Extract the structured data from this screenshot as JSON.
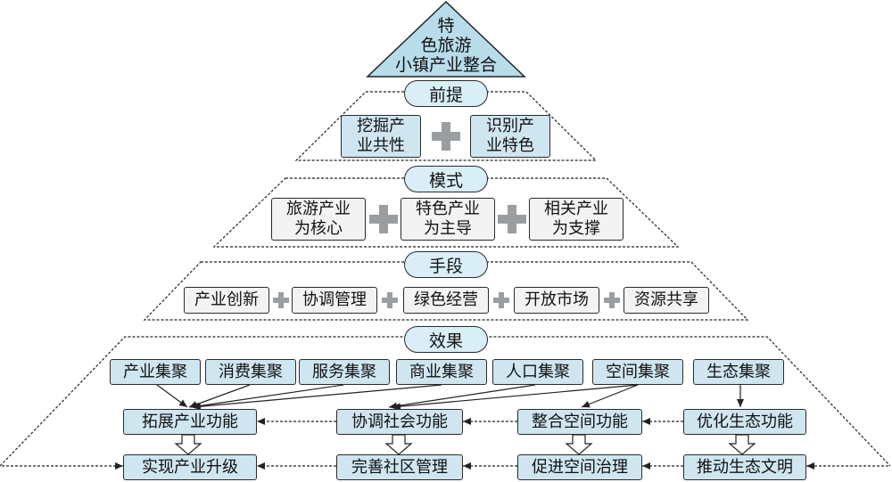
{
  "apex": {
    "line1": "特",
    "line2": "色旅游",
    "line3": "小镇产业整合"
  },
  "premise": {
    "label": "前提",
    "items": [
      {
        "line1": "挖掘产",
        "line2": "业共性"
      },
      {
        "line1": "识别产",
        "line2": "业特色"
      }
    ]
  },
  "mode": {
    "label": "模式",
    "items": [
      {
        "line1": "旅游产业",
        "line2": "为核心"
      },
      {
        "line1": "特色产业",
        "line2": "为主导"
      },
      {
        "line1": "相关产业",
        "line2": "为支撑"
      }
    ]
  },
  "means": {
    "label": "手段",
    "items": [
      "产业创新",
      "协调管理",
      "绿色经营",
      "开放市场",
      "资源共享"
    ]
  },
  "effect": {
    "label": "效果",
    "agglomerations": [
      "产业集聚",
      "消费集聚",
      "服务集聚",
      "商业集聚",
      "人口集聚",
      "空间集聚",
      "生态集聚"
    ],
    "functions": [
      "拓展产业功能",
      "协调社会功能",
      "整合空间功能",
      "优化生态功能"
    ],
    "outcomes": [
      "实现产业升级",
      "完善社区管理",
      "促进空间治理",
      "推动生态文明"
    ]
  },
  "colors": {
    "box_blue": "#cfe6f1",
    "box_light": "#f3f3f3",
    "pill": "#d9eef7",
    "apex": "#b9dcea",
    "plus": "#9a9ea0"
  }
}
